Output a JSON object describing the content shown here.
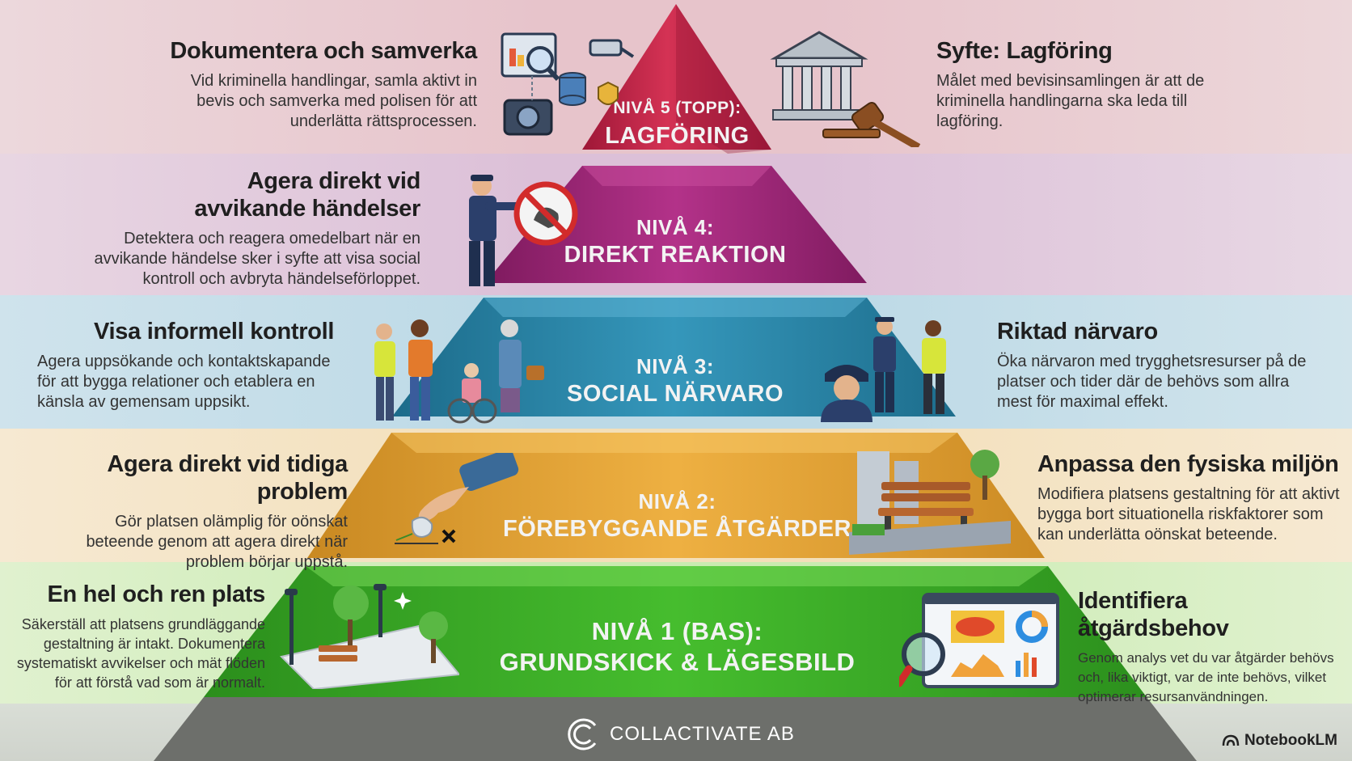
{
  "levels": [
    {
      "id": "5",
      "level_label": "NIVÅ 5 (TOPP):",
      "name": "LAGFÖRING",
      "color": "#c8264a",
      "left": {
        "title": "Dokumentera och samverka",
        "body": "Vid kriminella handlingar, samla aktivt in bevis och samverka med polisen för att underlätta rättsprocessen."
      },
      "right": {
        "title": "Syfte: Lagföring",
        "body": "Målet med bevisinsamlingen är att de kriminella handlingarna ska leda till lagföring."
      }
    },
    {
      "id": "4",
      "level_label": "NIVÅ 4:",
      "name": "DIREKT REAKTION",
      "color": "#a8287c",
      "left": {
        "title_line1": "Agera direkt vid",
        "title_line2": "avvikande händelser",
        "body": "Detektera och reagera omedelbart när en avvikande händelse sker i syfte att visa social kontroll och avbryta händelseförloppet."
      }
    },
    {
      "id": "3",
      "level_label": "NIVÅ 3:",
      "name": "SOCIAL NÄRVARO",
      "color": "#2d8db0",
      "left": {
        "title": "Visa informell kontroll",
        "body": "Agera uppsökande och kontaktskapande för att bygga relationer och etablera en känsla av gemensam uppsikt."
      },
      "right": {
        "title": "Riktad närvaro",
        "body": "Öka närvaron med trygghetsresurser på de platser och tider där de behövs som allra mest för maximal effekt."
      }
    },
    {
      "id": "2",
      "level_label": "NIVÅ 2:",
      "name": "FÖREBYGGANDE ÅTGÄRDER",
      "color": "#e0a033",
      "left": {
        "title": "Agera direkt vid tidiga problem",
        "body": "Gör platsen olämplig för oönskat beteende genom att agera direkt när problem börjar uppstå."
      },
      "right": {
        "title": "Anpassa den fysiska miljön",
        "body": "Modifiera platsens gestaltning för att aktivt bygga bort situationella riskfaktorer som kan underlätta oönskat beteende."
      }
    },
    {
      "id": "1",
      "level_label": "NIVÅ 1 (BAS):",
      "name": "GRUNDSKICK & LÄGESBILD",
      "color": "#3fae2a",
      "left": {
        "title": "En hel och ren plats",
        "body": "Säkerställ att platsens grundläggande gestaltning är intakt. Dokumentera systematiskt avvikelser och mät flöden för att förstå vad som är normalt."
      },
      "right": {
        "title": "Identifiera åtgärdsbehov",
        "body": "Genom analys vet du var åtgärder behövs och, lika viktigt, var de inte behövs, vilket optimerar resursanvändningen."
      }
    }
  ],
  "footer": {
    "company": "COLLACTIVATE AB",
    "branding": "NotebookLM"
  }
}
